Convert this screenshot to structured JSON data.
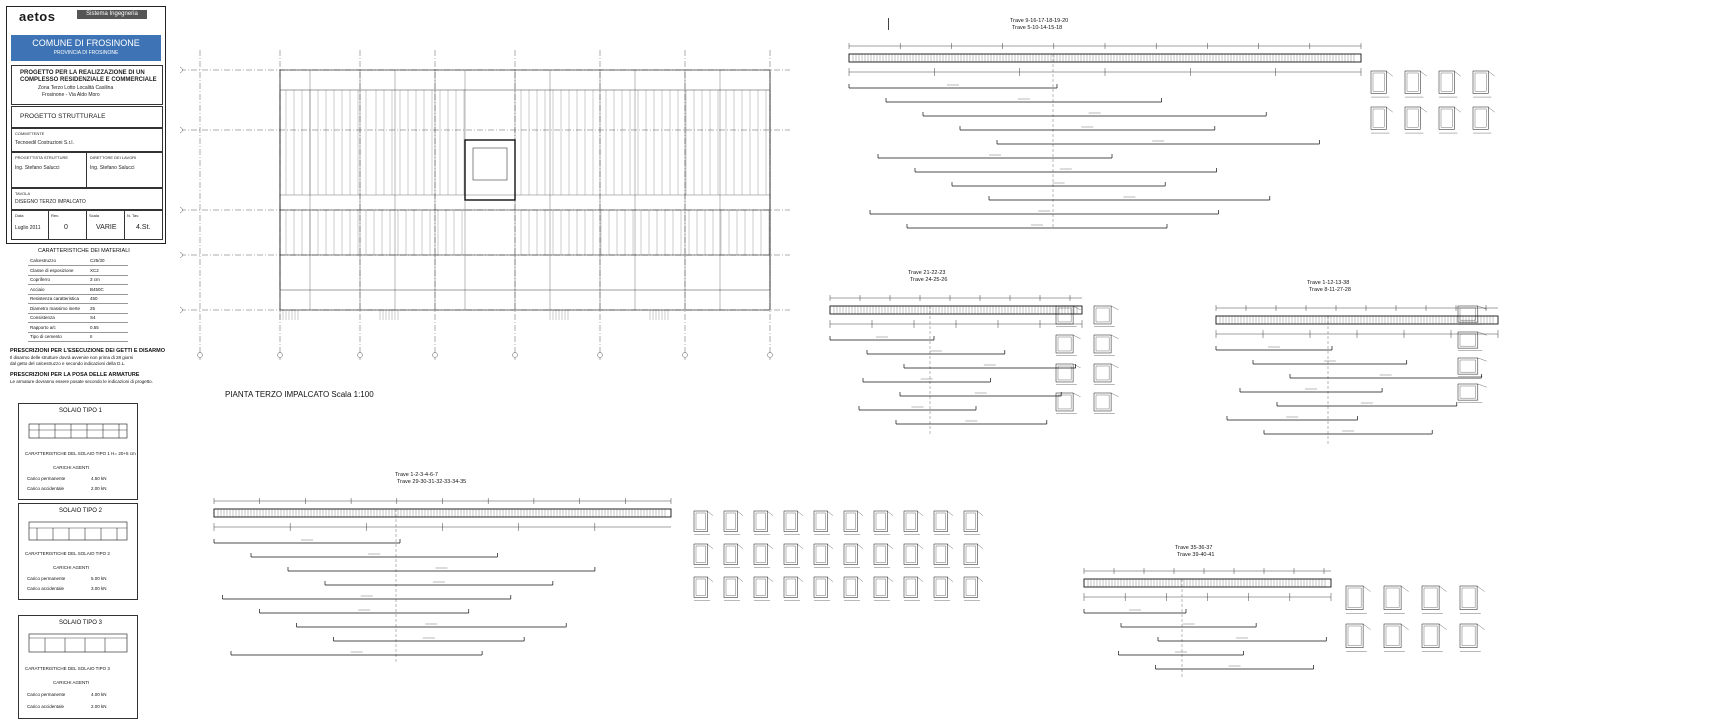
{
  "title_block": {
    "logo": "aetos",
    "brand_tag": "Sistema Ingegneria",
    "municipality": "COMUNE DI FROSINONE",
    "province": "PROVINCIA DI FROSINONE",
    "project_lines": [
      "PROGETTO PER LA REALIZZAZIONE DI UN",
      "COMPLESSO RESIDENZIALE E COMMERCIALE",
      "Zona Terzo Lotto Località Casilina",
      "Frosinone - Via Aldo Moro"
    ],
    "discipline": "PROGETTO STRUTTURALE",
    "client_label": "COMMITTENTE",
    "client": "Tecnoedil Costruzioni S.r.l.",
    "designer_label": "PROGETTISTA STRUTTURE",
    "designer": "Ing. Stefano Salucci",
    "director_label": "DIRETTORE DEI LAVORI",
    "director": "Ing. Stefano Salucci",
    "sheet_label": "TAVOLA",
    "sheet_title": "DISEGNO TERZO IMPALCATO",
    "date": "Luglio 2011",
    "revision": "0",
    "scale": "VARIE",
    "sheet_no": "4.St.",
    "footer_labels": [
      "Data",
      "Rev.",
      "Scala",
      "N. Tav."
    ]
  },
  "specs": {
    "title": "CARATTERISTICHE DEI MATERIALI",
    "rows": [
      [
        "Calcestruzzo",
        "C25/30"
      ],
      [
        "Classe di esposizione",
        "XC2"
      ],
      [
        "Copriferro",
        "3 cm"
      ],
      [
        "Acciaio",
        "B450C"
      ],
      [
        "Resistenza caratteristica",
        "450"
      ],
      [
        "Diametro massimo inerte",
        "25"
      ],
      [
        "Consistenza",
        "S4"
      ],
      [
        "Rapporto a/c",
        "0.55"
      ],
      [
        "Tipo di cemento",
        "II"
      ]
    ],
    "note1_title": "PRESCRIZIONI PER L'ESECUZIONE DEI GETTI E DISARMO",
    "note1_lines": [
      "Il disarmo delle strutture dovrà avvenire non prima di 28 giorni",
      "dal getto del calcestruzzo e secondo indicazioni della D.L."
    ],
    "note2_title": "PRESCRIZIONI PER LA POSA DELLE ARMATURE",
    "note2_lines": [
      "Le armature dovranno essere posate secondo le indicazioni di progetto."
    ]
  },
  "details": [
    {
      "title": "SOLAIO TIPO 1",
      "caption": "CARATTERISTICHE DEL SOLAIO TIPO 1 H= 20+5 cm",
      "sub": "CARICHI AGENTI",
      "rows": [
        [
          "Carico permanente",
          "4.50 kN"
        ],
        [
          "Carico accidentale",
          "2.00 kN"
        ]
      ]
    },
    {
      "title": "SOLAIO TIPO 2",
      "caption": "CARATTERISTICHE DEL SOLAIO TIPO 2",
      "sub": "CARICHI AGENTI",
      "rows": [
        [
          "Carico permanente",
          "5.00 kN"
        ],
        [
          "Carico accidentale",
          "3.00 kN"
        ]
      ]
    },
    {
      "title": "SOLAIO TIPO 3",
      "caption": "CARATTERISTICHE DEL SOLAIO TIPO 3",
      "sub": "CARICHI AGENTI",
      "rows": [
        [
          "Carico permanente",
          "4.00 kN"
        ],
        [
          "Carico accidentale",
          "2.00 kN"
        ]
      ]
    }
  ],
  "plan_title": "PIANTA TERZO IMPALCATO  Scala 1:100",
  "beams": [
    {
      "title": "Trave 9-16-17-18-19-20",
      "sub": "Trave 5-10-14-15-18"
    },
    {
      "title": "Trave 21-22-23",
      "sub": "Trave 24-25-26"
    },
    {
      "title": "Trave 1-12-13-38",
      "sub": "Trave 8-11-27-28"
    },
    {
      "title": "Trave 1-2-3-4-6-7",
      "sub": "Trave 29-30-31-32-33-34-35"
    },
    {
      "title": "Trave 35-36-37",
      "sub": "Trave 39-40-41"
    }
  ],
  "colors": {
    "ink": "#111111",
    "accent": "#3e74b5",
    "paper": "#ffffff"
  }
}
